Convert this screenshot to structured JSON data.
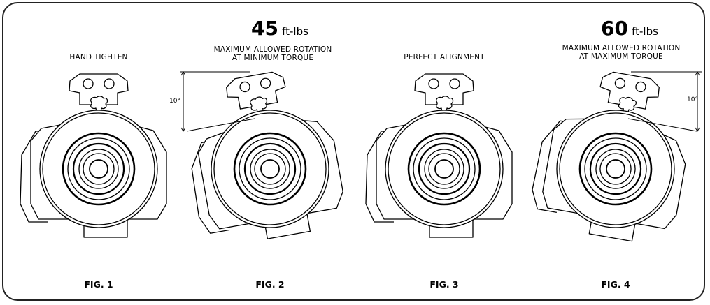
{
  "figures": [
    {
      "id": "fig1",
      "caption_lines": [
        "HAND TIGHTEN"
      ],
      "label": "FIG. 1"
    },
    {
      "id": "fig2",
      "torque_value": "45",
      "torque_unit": "ft-lbs",
      "caption_lines": [
        "MAXIMUM ALLOWED ROTATION",
        "AT MINIMUM TORQUE"
      ],
      "angle": "10°",
      "label": "FIG. 2"
    },
    {
      "id": "fig3",
      "caption_lines": [
        "PERFECT ALIGNMENT"
      ],
      "label": "FIG. 3"
    },
    {
      "id": "fig4",
      "torque_value": "60",
      "torque_unit": "ft-lbs",
      "caption_lines": [
        "MAXIMUM ALLOWED ROTATION",
        "AT MAXIMUM TORQUE"
      ],
      "angle": "10°",
      "label": "FIG. 4"
    }
  ],
  "colors": {
    "stroke": "#000000",
    "frame": "#222222",
    "background": "#ffffff"
  }
}
